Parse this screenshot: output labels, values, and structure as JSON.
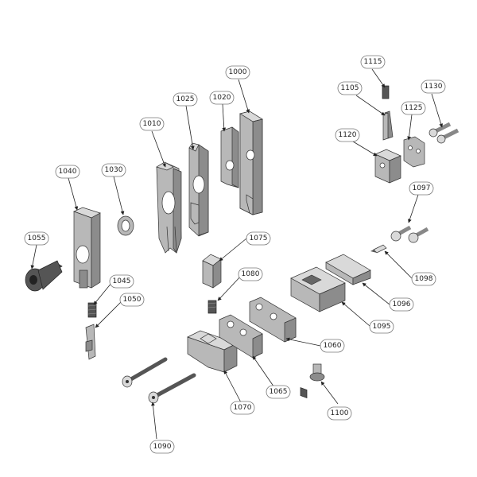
{
  "labels": {
    "p1000": "1000",
    "p1010": "1010",
    "p1020": "1020",
    "p1025": "1025",
    "p1030": "1030",
    "p1040": "1040",
    "p1045": "1045",
    "p1050": "1050",
    "p1055": "1055",
    "p1060": "1060",
    "p1065": "1065",
    "p1070": "1070",
    "p1075": "1075",
    "p1080": "1080",
    "p1090": "1090",
    "p1095": "1095",
    "p1096": "1096",
    "p1097": "1097",
    "p1098": "1098",
    "p1100": "1100",
    "p1105": "1105",
    "p1115": "1115",
    "p1120": "1120",
    "p1125": "1125",
    "p1130": "1130"
  },
  "colors": {
    "part_light": "#d9d9d9",
    "part_mid": "#b8b8b8",
    "part_dark": "#8c8c8c",
    "outline": "#333333",
    "background": "#ffffff"
  }
}
